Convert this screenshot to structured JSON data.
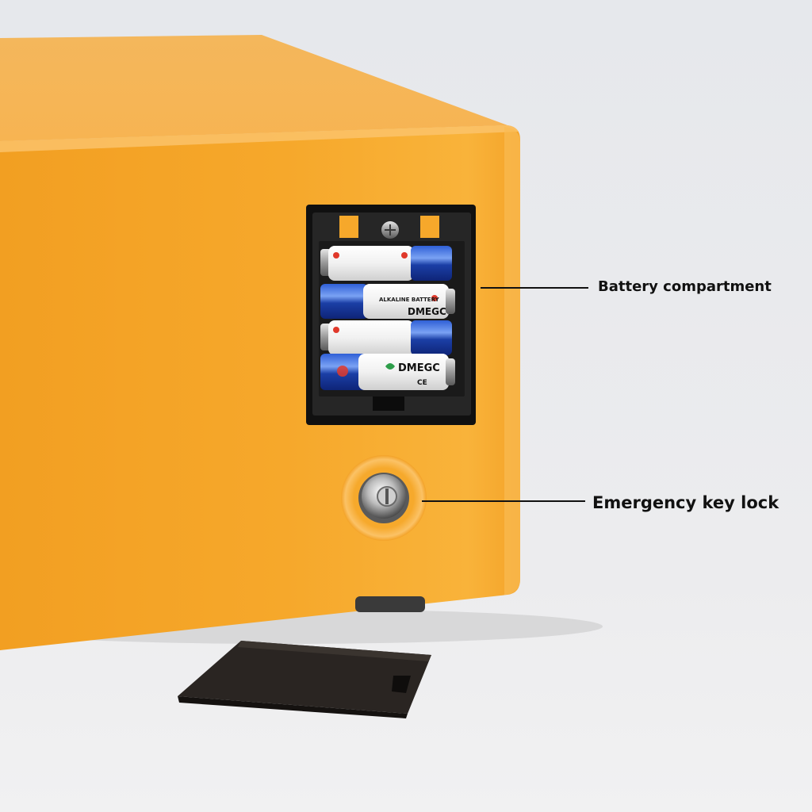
{
  "callouts": {
    "battery_compartment": "Battery compartment",
    "emergency_key_lock": "Emergency key lock"
  },
  "batteries": {
    "brand": "DMEGC",
    "type": "ALKALINE BATTERY",
    "mark": "CE"
  },
  "colors": {
    "box_orange": "#f5a72e",
    "compartment_black": "#1c1c1c",
    "battery_blue": "#1a3fa8",
    "battery_white": "#f4f4f4",
    "background": "#e9e9ea"
  },
  "icons": {
    "screw": "screw-icon",
    "keyhole": "keyhole-icon",
    "leaf": "leaf-icon"
  }
}
